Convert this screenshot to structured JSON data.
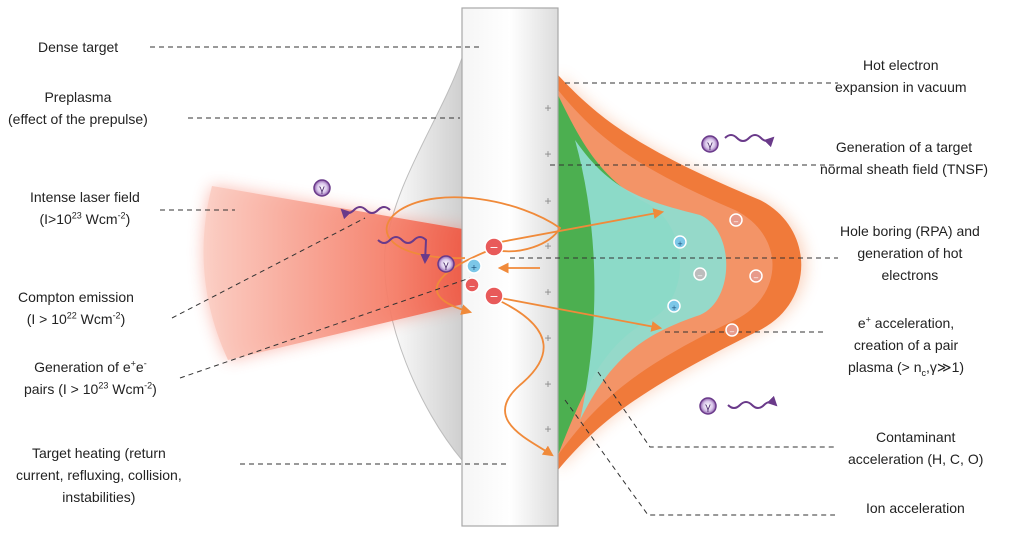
{
  "labels": {
    "dense_target": "Dense target",
    "preplasma": [
      "Preplasma",
      "(effect of the prepulse)"
    ],
    "laser": {
      "l1": "Intense laser field",
      "pre": "(I>10",
      "sup": "23",
      "post": " Wcm",
      "sup2": "-2",
      "end": ")"
    },
    "compton": {
      "l1": "Compton emission",
      "pre": "(I > 10",
      "sup": "22",
      "post": " Wcm",
      "sup2": "-2",
      "end": ")"
    },
    "pairs": {
      "pre": "Generation of e",
      "sup_a": "+",
      "mid": "e",
      "sup_b": "-",
      "l2pre": "pairs (I > 10",
      "sup": "23",
      "post": " Wcm",
      "sup2": "-2",
      "end": ")"
    },
    "heating": [
      "Target heating (return",
      "current, refluxing, collision,",
      "instabilities)"
    ],
    "hot_electron": [
      "Hot electron",
      "expansion in vacuum"
    ],
    "tnsf": [
      "Generation of a target",
      "normal sheath field (TNSF)"
    ],
    "hole_boring": [
      "Hole boring (RPA) and",
      "generation of hot",
      "electrons"
    ],
    "positron": {
      "pre": "e",
      "sup": "+",
      "post": " acceleration,",
      "l2": "creation of a pair",
      "l3pre": "plasma (> n",
      "sub": "c",
      "l3post": ",γ≫1)"
    },
    "contaminant": [
      "Contaminant",
      "acceleration (H, C, O)"
    ],
    "ion": "Ion acceleration"
  },
  "symbols": {
    "photon": "γ",
    "electron": "−",
    "positron": "+",
    "plus": "+"
  },
  "colors": {
    "laser": "#f46a55",
    "target": "#e9e9e9",
    "hot_electron": "#f07a3a",
    "sheath_green": "#4caf50",
    "pair_plasma": "#7fd6c8",
    "photon": "#8a5aa8",
    "arrow": "#f08a3a"
  }
}
